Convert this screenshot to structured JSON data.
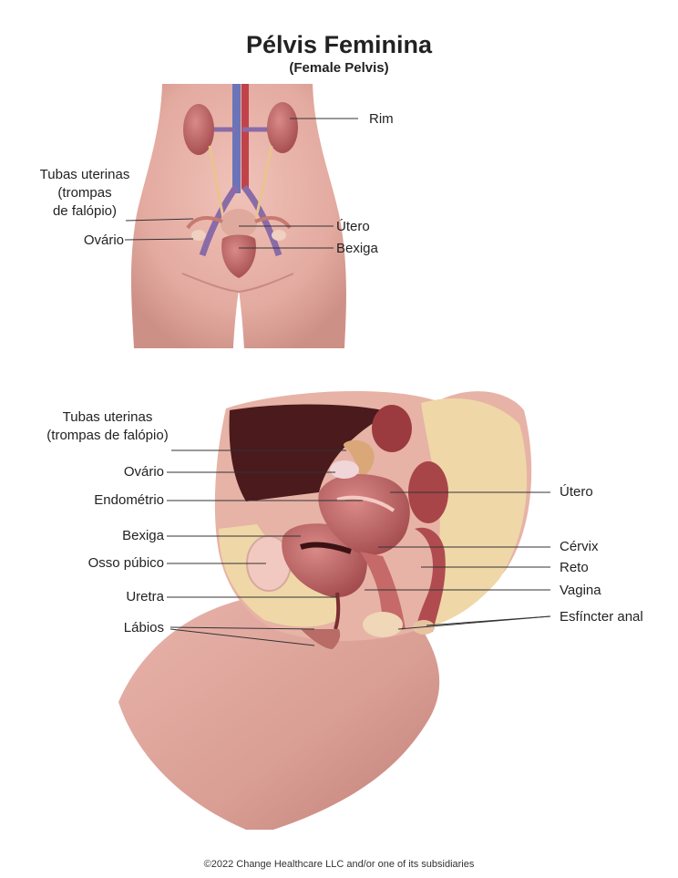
{
  "title": "Pélvis Feminina",
  "subtitle": "(Female Pelvis)",
  "front_view": {
    "labels": {
      "rim": "Rim",
      "tubas_line1": "Tubas uterinas",
      "tubas_line2": "(trompas",
      "tubas_line3": "de falópio)",
      "ovario": "Ovário",
      "utero": "Útero",
      "bexiga": "Bexiga"
    }
  },
  "side_view": {
    "labels": {
      "tubas_line1": "Tubas uterinas",
      "tubas_line2": "(trompas de falópio)",
      "ovario": "Ovário",
      "endometrio": "Endométrio",
      "bexiga": "Bexiga",
      "osso_pubico": "Osso púbico",
      "uretra": "Uretra",
      "labios": "Lábios",
      "utero": "Útero",
      "cervix": "Cérvix",
      "reto": "Reto",
      "vagina": "Vagina",
      "esfincter": "Esfíncter anal"
    }
  },
  "footer": "©2022 Change Healthcare LLC and/or one of its subsidiaries",
  "colors": {
    "skin": "#e3aaa0",
    "skin_dark": "#c98c82",
    "organ": "#b4585a",
    "vein": "#6b74b8",
    "artery": "#c0434a",
    "fat": "#efd7a8",
    "bone": "#f2c9c0",
    "cavity": "#4a1a1c"
  }
}
